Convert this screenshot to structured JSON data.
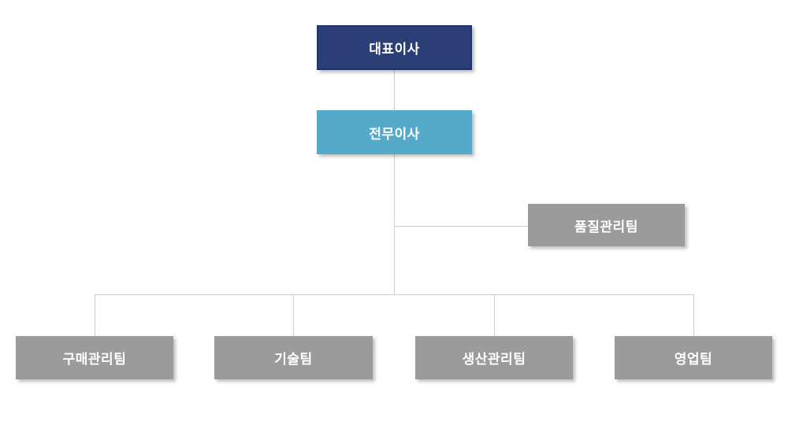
{
  "org_chart": {
    "type": "org-hierarchy",
    "nodes": [
      {
        "id": "ceo",
        "label": "대표이사",
        "level": 1
      },
      {
        "id": "executive-director",
        "label": "전무이사",
        "level": 2,
        "reports_to": "대표이사"
      },
      {
        "id": "quality-team",
        "label": "품질관리팀",
        "level": 3,
        "reports_to": "전무이사",
        "branch": "staff-side"
      },
      {
        "id": "purchasing-team",
        "label": "구매관리팀",
        "level": 3,
        "reports_to": "전무이사"
      },
      {
        "id": "tech-team",
        "label": "기술팀",
        "level": 3,
        "reports_to": "전무이사"
      },
      {
        "id": "production-team",
        "label": "생산관리팀",
        "level": 3,
        "reports_to": "전무이사"
      },
      {
        "id": "sales-team",
        "label": "영업팀",
        "level": 3,
        "reports_to": "전무이사"
      }
    ],
    "colors": {
      "level1_fill": "#2b3f76",
      "level1_border": "#20336e",
      "level2_fill": "#56aac9",
      "team_fill": "#9b9b9b",
      "connector_line": "#cccccc",
      "label_text": "#ffffff",
      "background": "#ffffff"
    }
  }
}
